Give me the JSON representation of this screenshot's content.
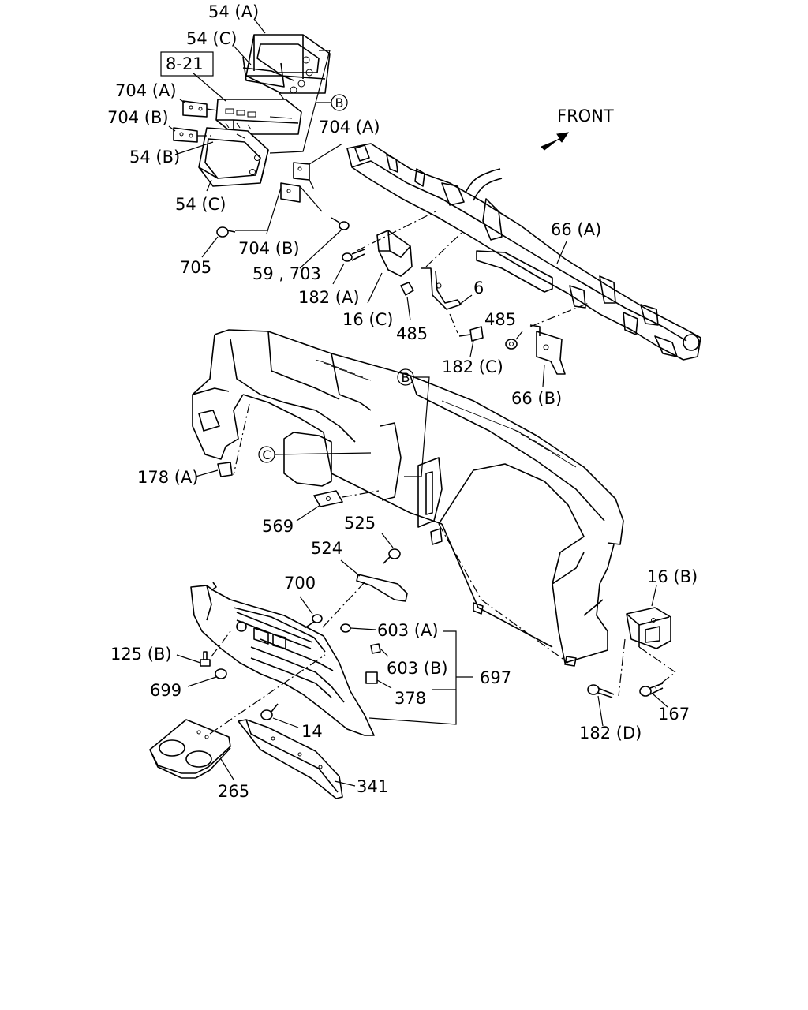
{
  "labels": {
    "l54A": "54 (A)",
    "l54C_top": "54 (C)",
    "l8_21": "8-21",
    "l704A_left": "704 (A)",
    "l704B_left": "704 (B)",
    "l54B": "54 (B)",
    "l54C_bottom": "54 (C)",
    "l704A_mid": "704 (A)",
    "l704B_mid": "704 (B)",
    "l705": "705",
    "l59_703": "59 , 703",
    "l182A": "182 (A)",
    "l16C": "16 (C)",
    "l485_left": "485",
    "l6": "6",
    "l485_right": "485",
    "l182C": "182 (C)",
    "l66A": "66 (A)",
    "l66B": "66 (B)",
    "l178A": "178 (A)",
    "l569": "569",
    "l525": "525",
    "l524": "524",
    "l700": "700",
    "l603A": "603 (A)",
    "l603B": "603 (B)",
    "l697": "697",
    "l125B": "125 (B)",
    "l699": "699",
    "l378": "378",
    "l14": "14",
    "l341": "341",
    "l265": "265",
    "l16B": "16 (B)",
    "l182D": "182 (D)",
    "l167": "167",
    "front": "FRONT"
  },
  "refs": {
    "B_top": "B",
    "B_mid": "B",
    "C": "C"
  }
}
